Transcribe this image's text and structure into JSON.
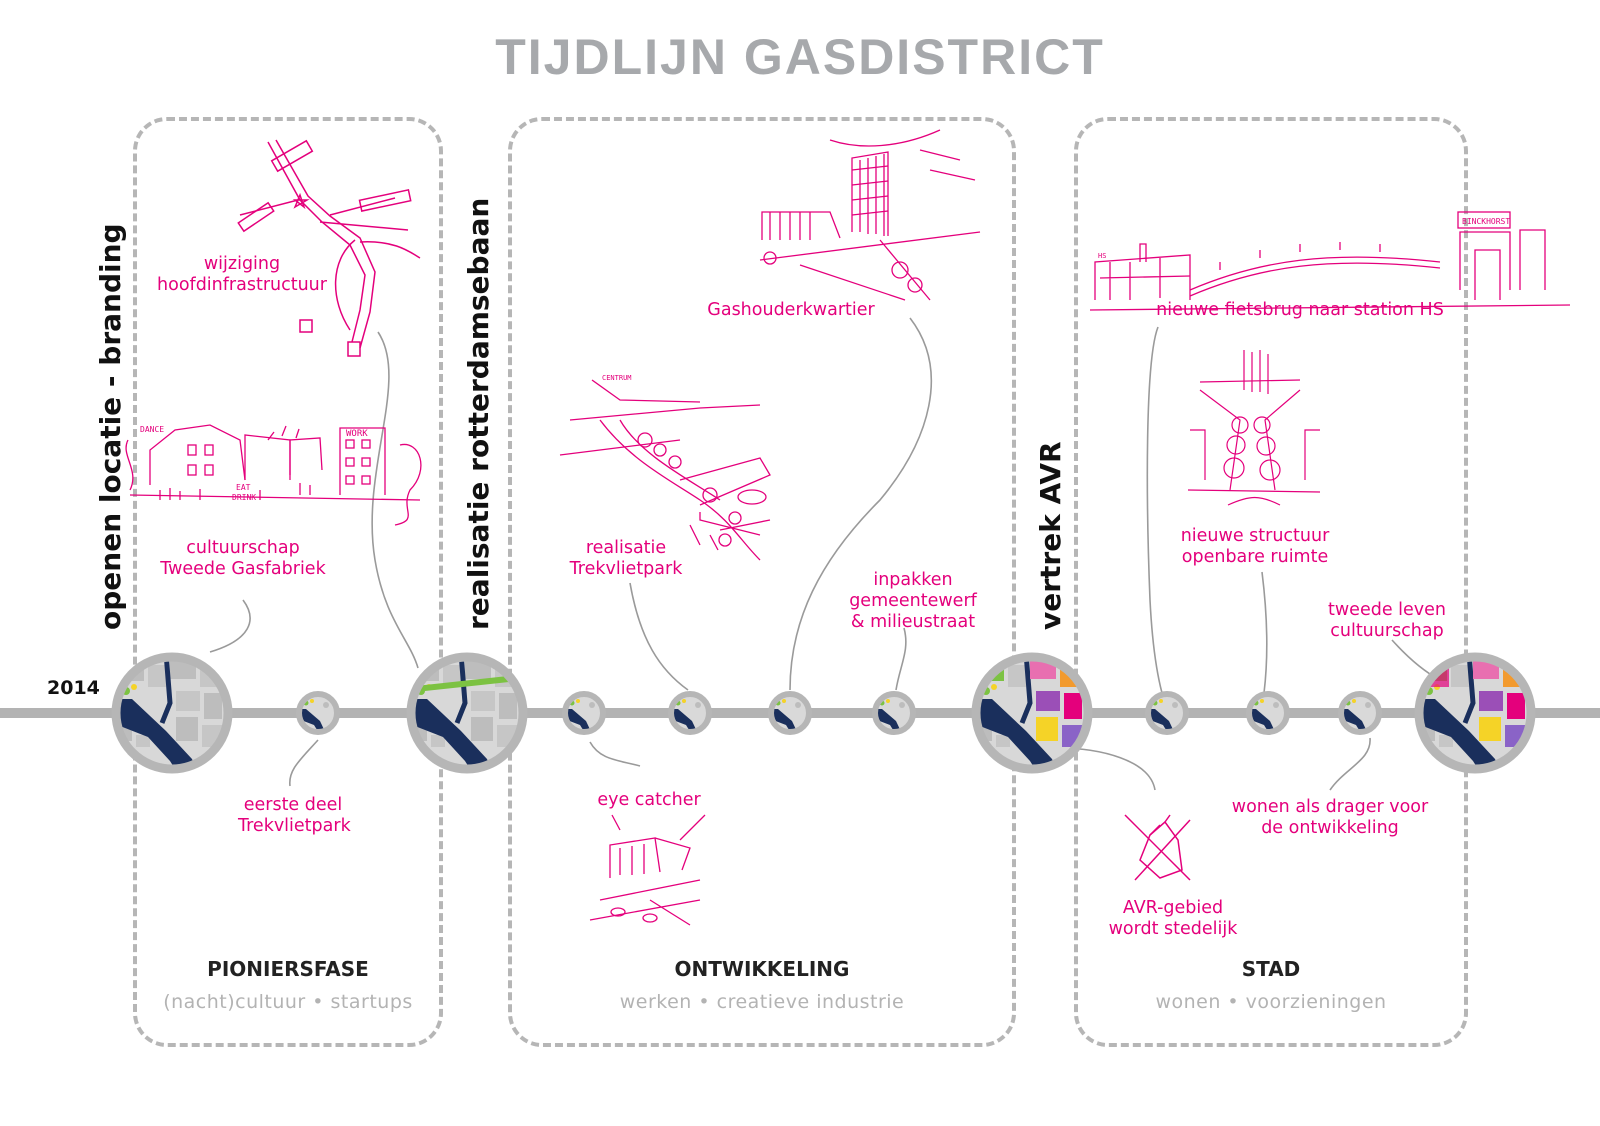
{
  "title": "TIJDLIJN GASDISTRICT",
  "year": "2014",
  "phases": [
    {
      "name": "PIONIERSFASE",
      "subtitle": "(nacht)cultuur • startups"
    },
    {
      "name": "ONTWIKKELING",
      "subtitle": "werken • creatieve industrie"
    },
    {
      "name": "STAD",
      "subtitle": "wonen • voorzieningen"
    }
  ],
  "milestones": [
    "openen locatie - branding",
    "realisatie rotterdamsebaan",
    "vertrek  AVR"
  ],
  "events": {
    "wijziging": [
      "wijziging",
      "hoofdinfrastructuur"
    ],
    "cultuurschap": [
      "cultuurschap",
      "Tweede Gasfabriek"
    ],
    "eerste_deel": [
      "eerste deel",
      "Trekvlietpark"
    ],
    "gashouder": [
      "Gashouderkwartier"
    ],
    "trekvlietpark": [
      "realisatie",
      "Trekvlietpark"
    ],
    "inpakken": [
      "inpakken",
      "gemeentewerf",
      "& milieustraat"
    ],
    "eye_catcher": [
      "eye catcher"
    ],
    "fietsbrug": [
      "nieuwe fietsbrug naar station HS"
    ],
    "structuur": [
      "nieuwe structuur",
      "openbare ruimte"
    ],
    "tweede_leven": [
      "tweede leven",
      "cultuurschap"
    ],
    "wonen": [
      "wonen als drager voor",
      "de ontwikkeling"
    ],
    "avr_gebied": [
      "AVR-gebied",
      "wordt stedelijk"
    ]
  },
  "sketch_texts": {
    "dance": "DANCE",
    "work": "WORK",
    "eat": "EAT",
    "drink": "DRINK",
    "centrum": "CENTRUM",
    "binckhorst": "BINCKHORST",
    "hs": "HS"
  },
  "colors": {
    "accent": "#e4007c",
    "grey": "#a7a9ac",
    "dark": "#111111",
    "navy": "#1a2f5c"
  }
}
